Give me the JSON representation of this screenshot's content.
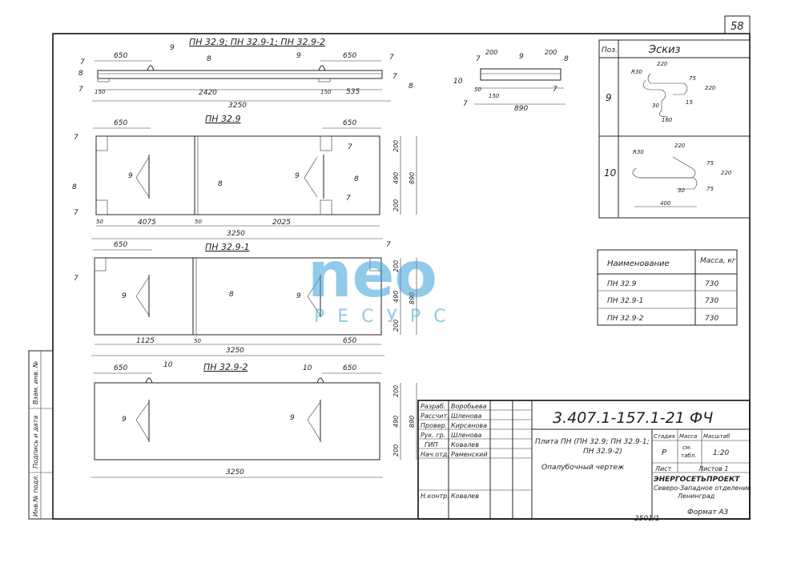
{
  "sheet": {
    "page_number": "58",
    "format_label": "Формат А3",
    "bottom_code": "2501/1"
  },
  "watermark": {
    "main": "neo",
    "sub": "РЕСУРС"
  },
  "side_stamp": {
    "labels": [
      "Инв.№ подл.",
      "Подпись и дата",
      "Взам. инв. №"
    ]
  },
  "section_view": {
    "title": "ПН 32.9; ПН 32.9-1; ПН 32.9-2",
    "dims": [
      "650",
      "9",
      "8",
      "9",
      "650",
      "7",
      "7",
      "8",
      "8",
      "7",
      "2420",
      "7",
      "150",
      "150",
      "535",
      "3250"
    ]
  },
  "cross_section": {
    "dims": [
      "7",
      "200",
      "9",
      "200",
      "8",
      "10",
      "50",
      "7",
      "150",
      "7",
      "890"
    ]
  },
  "plan_pn329": {
    "title": "ПН 32.9",
    "dims": [
      "650",
      "650",
      "7",
      "7",
      "8",
      "9",
      "8",
      "9",
      "8",
      "7",
      "7",
      "4075",
      "2025",
      "50",
      "50",
      "3250",
      "200",
      "490",
      "200",
      "890"
    ]
  },
  "plan_pn3291": {
    "title": "ПН 32.9-1",
    "dims": [
      "650",
      "7",
      "7",
      "9",
      "8",
      "9",
      "1125",
      "50",
      "650",
      "3250",
      "200",
      "490",
      "200",
      "890"
    ]
  },
  "plan_pn3292": {
    "title": "ПН 32.9-2",
    "dims": [
      "650",
      "10",
      "10",
      "650",
      "9",
      "9",
      "3250",
      "200",
      "490",
      "200",
      "890"
    ]
  },
  "sketch_table": {
    "header_pos": "Поз.",
    "header_sketch": "Эскиз",
    "rows": [
      {
        "pos": "9",
        "dims": [
          "220",
          "R30",
          "75",
          "220",
          "15",
          "30",
          "160"
        ]
      },
      {
        "pos": "10",
        "dims": [
          "220",
          "R30",
          "75",
          "220",
          "30",
          "75",
          "400"
        ]
      }
    ]
  },
  "mass_table": {
    "header_name": "Наименование",
    "header_mass": "Масса, кг",
    "rows": [
      {
        "name": "ПН 32.9",
        "mass": "730"
      },
      {
        "name": "ПН 32.9-1",
        "mass": "730"
      },
      {
        "name": "ПН 32.9-2",
        "mass": "730"
      }
    ]
  },
  "title_block": {
    "doc_code": "3.407.1-157.1-21 ФЧ",
    "roles": [
      "Разраб.",
      "Рассчит.",
      "Провер.",
      "Рук. гр.",
      "ГИП",
      "Нач.отд.",
      "",
      "Н.контр."
    ],
    "names": [
      "Воробьева",
      "Шленова",
      "Кирсанова",
      "Шленова",
      "Ковалев",
      "Раменский",
      "",
      "Ковалев"
    ],
    "description_1": "Плита ПН (ПН 32.9; ПН 32.9-1;",
    "description_2": "ПН 32.9-2)",
    "drawing_type": "Опалубочный чертеж",
    "stage_header": "Стадия",
    "mass_header": "Масса",
    "scale_header": "Масштаб",
    "stage_value": "Р",
    "mass_value_1": "см.",
    "mass_value_2": "табл.",
    "scale_value": "1:20",
    "sheet_label": "Лист",
    "sheets_label": "Листов 1",
    "org_name": "ЭНЕРГОСЕТЬПРОЕКТ",
    "org_branch": "Северо-Западное отделение",
    "org_city": "Ленинград"
  }
}
